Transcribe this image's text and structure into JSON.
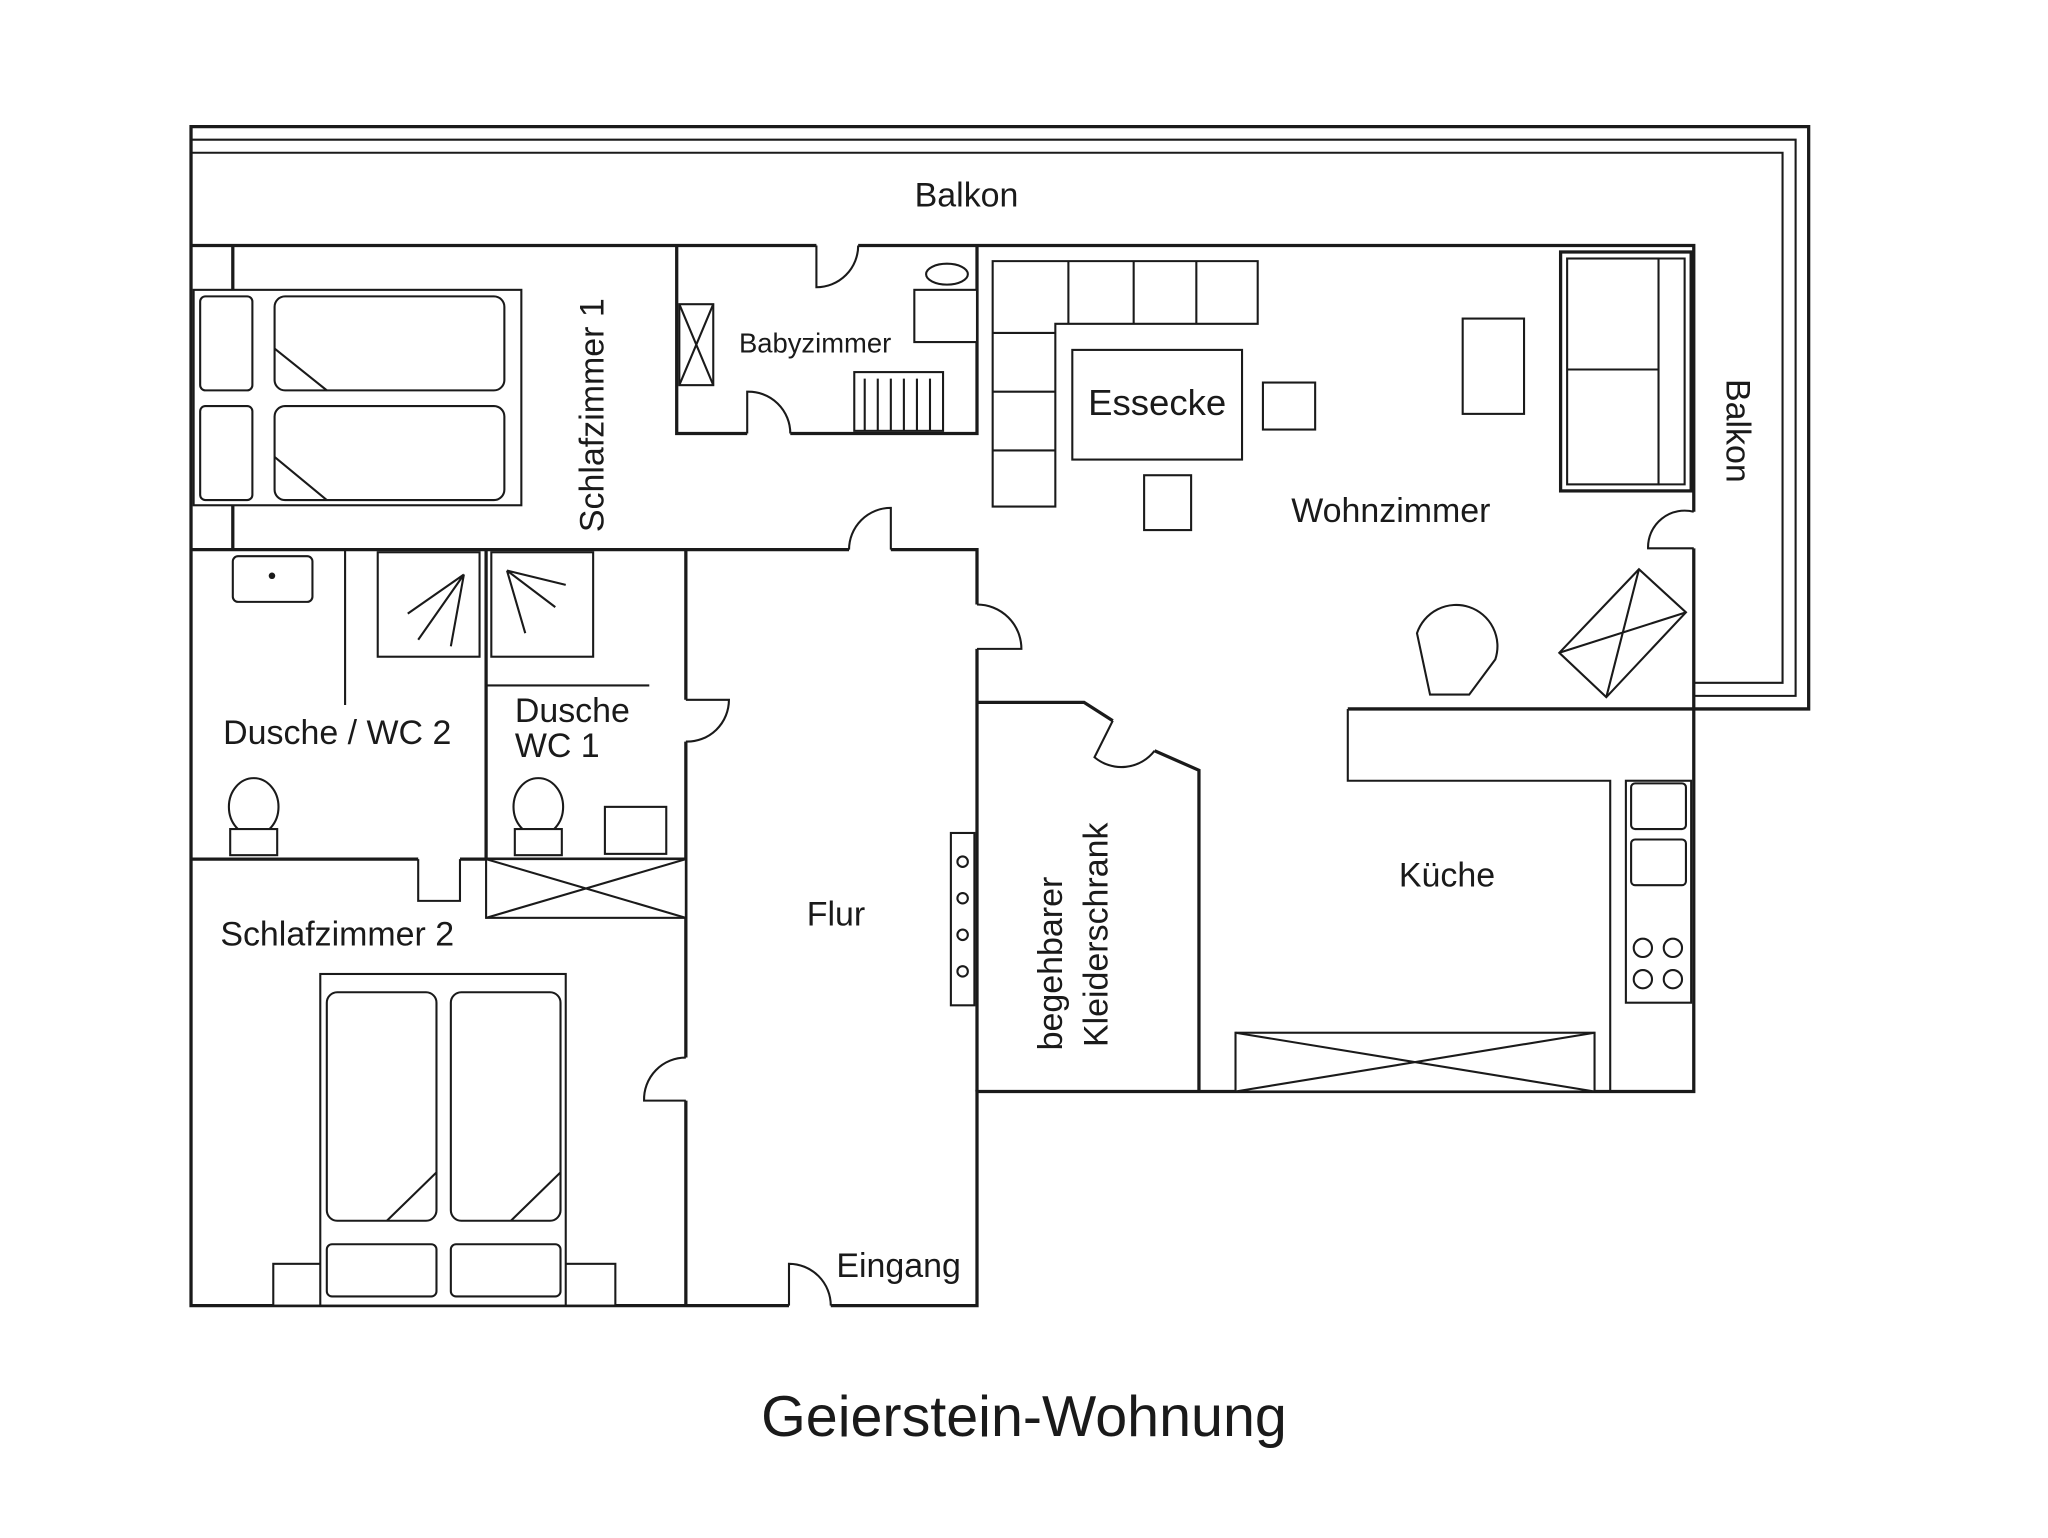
{
  "title": "Geierstein-Wohnung",
  "rooms": {
    "balkon_top": "Balkon",
    "balkon_right": "Balkon",
    "schlafzimmer1": "Schlafzimmer 1",
    "babyzimmer": "Babyzimmer",
    "essecke": "Essecke",
    "wohnzimmer": "Wohnzimmer",
    "dusche_wc2": "Dusche / WC 2",
    "dusche_wc1_line1": "Dusche",
    "dusche_wc1_line2": "WC 1",
    "schlafzimmer2": "Schlafzimmer 2",
    "flur": "Flur",
    "eingang": "Eingang",
    "kleiderschrank_line1": "begehbarer",
    "kleiderschrank_line2": "Kleiderschrank",
    "kueche": "Küche"
  },
  "colors": {
    "line": "#1a1a1a",
    "background": "#ffffff"
  }
}
